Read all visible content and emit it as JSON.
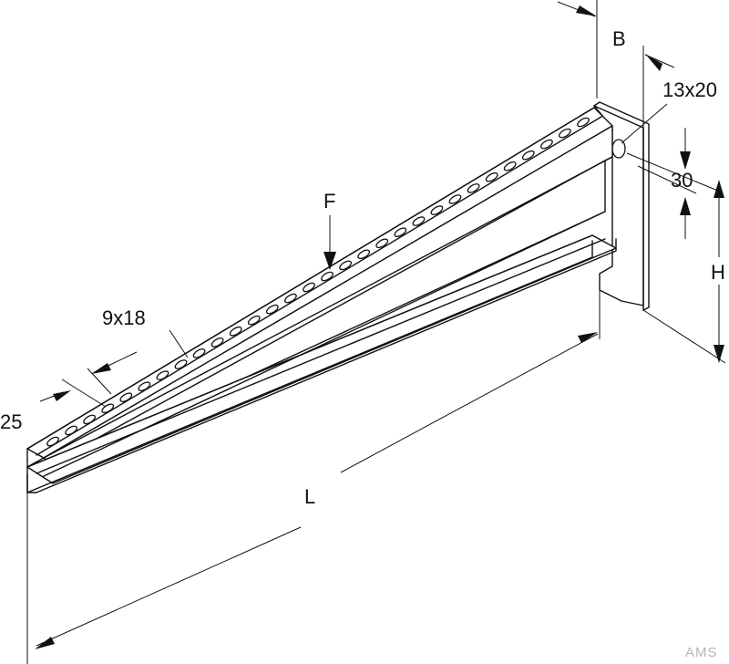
{
  "diagram": {
    "labels": {
      "width": "B",
      "slot_size": "13x20",
      "slot_spacing": "30",
      "height": "H",
      "load": "F",
      "hole_size": "9x18",
      "edge_width": "25",
      "length": "L"
    },
    "watermark": "AMS",
    "colors": {
      "line": "#111111",
      "background": "#ffffff",
      "watermark": "#b5b5b5"
    }
  }
}
